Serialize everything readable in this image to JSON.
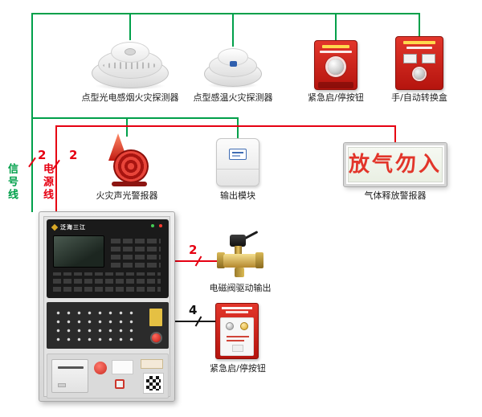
{
  "colors": {
    "signal": "#00a04a",
    "power": "#e60012",
    "line_black": "#1a1a1a"
  },
  "wires": {
    "signal_label": "信号线",
    "power_label": "电源线",
    "signal_count": "2",
    "power_count": "2",
    "valve_count": "2",
    "emergency_count": "4"
  },
  "devices": {
    "smoke_detector": {
      "label": "点型光电感烟火灾探测器"
    },
    "heat_detector": {
      "label": "点型感温火灾探测器"
    },
    "emergency_button_top": {
      "label": "紧急启/停按钮"
    },
    "manual_auto_box": {
      "label": "手/自动转换盒"
    },
    "sound_light_alarm": {
      "label": "火灾声光警报器"
    },
    "output_module": {
      "label": "输出模块"
    },
    "gas_release_alarm": {
      "label": "气体释放警报器",
      "sign_text": "放气勿入"
    },
    "control_panel": {
      "brand": "泛海三江"
    },
    "solenoid_valve": {
      "label": "电磁阀驱动输出"
    },
    "emergency_button_bottom": {
      "label": "紧急启/停按钮"
    }
  }
}
